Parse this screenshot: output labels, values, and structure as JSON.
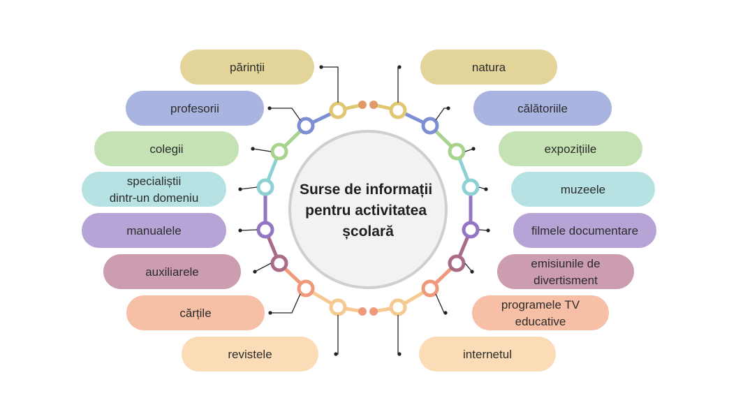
{
  "center": {
    "lines": [
      "Surse de informații",
      "pentru activitatea",
      "școlară"
    ]
  },
  "left_items": [
    {
      "id": "parintii",
      "lines": [
        "părinții"
      ],
      "color": "#e3d49a",
      "node": "#e0c773"
    },
    {
      "id": "profesorii",
      "lines": [
        "profesorii"
      ],
      "color": "#aab4e0",
      "node": "#7e8ed2"
    },
    {
      "id": "colegii",
      "lines": [
        "colegii"
      ],
      "color": "#c4e2b4",
      "node": "#a8d38e"
    },
    {
      "id": "specialistii",
      "lines": [
        "specialiștii",
        "dintr-un domeniu"
      ],
      "color": "#b6e2e3",
      "node": "#8ed1d4"
    },
    {
      "id": "manualele",
      "lines": [
        "manualele"
      ],
      "color": "#b7a4d6",
      "node": "#9475c3"
    },
    {
      "id": "auxiliarele",
      "lines": [
        "auxiliarele"
      ],
      "color": "#cc9cb1",
      "node": "#a96b88"
    },
    {
      "id": "cartile",
      "lines": [
        "cărțile"
      ],
      "color": "#f7c0a6",
      "node": "#f0987a"
    },
    {
      "id": "revistele",
      "lines": [
        "revistele"
      ],
      "color": "#fcdcb6",
      "node": "#f5c990"
    }
  ],
  "right_items": [
    {
      "id": "natura",
      "lines": [
        "natura"
      ],
      "color": "#e3d49a",
      "node": "#e0c773"
    },
    {
      "id": "calatoriile",
      "lines": [
        "călătoriile"
      ],
      "color": "#aab4e0",
      "node": "#7e8ed2"
    },
    {
      "id": "expozitiile",
      "lines": [
        "expozițiile"
      ],
      "color": "#c4e2b4",
      "node": "#a8d38e"
    },
    {
      "id": "muzeele",
      "lines": [
        "muzeele"
      ],
      "color": "#b6e2e3",
      "node": "#8ed1d4"
    },
    {
      "id": "filmele",
      "lines": [
        "filmele documentare"
      ],
      "color": "#b7a4d6",
      "node": "#9475c3"
    },
    {
      "id": "emisiunile",
      "lines": [
        "emisiunile de",
        "divertisment"
      ],
      "color": "#cc9cb1",
      "node": "#a96b88"
    },
    {
      "id": "programele",
      "lines": [
        "programele TV",
        "educative"
      ],
      "color": "#f7c0a6",
      "node": "#f0987a"
    },
    {
      "id": "internetul",
      "lines": [
        "internetul"
      ],
      "color": "#fcdcb6",
      "node": "#f5c990"
    }
  ],
  "colors": {
    "connector": "#222222",
    "center_fill": "#f2f2f2",
    "center_stroke": "#cfcfcf",
    "top_dot": "#e09a6a",
    "bottom_dot": "#f0987a"
  }
}
